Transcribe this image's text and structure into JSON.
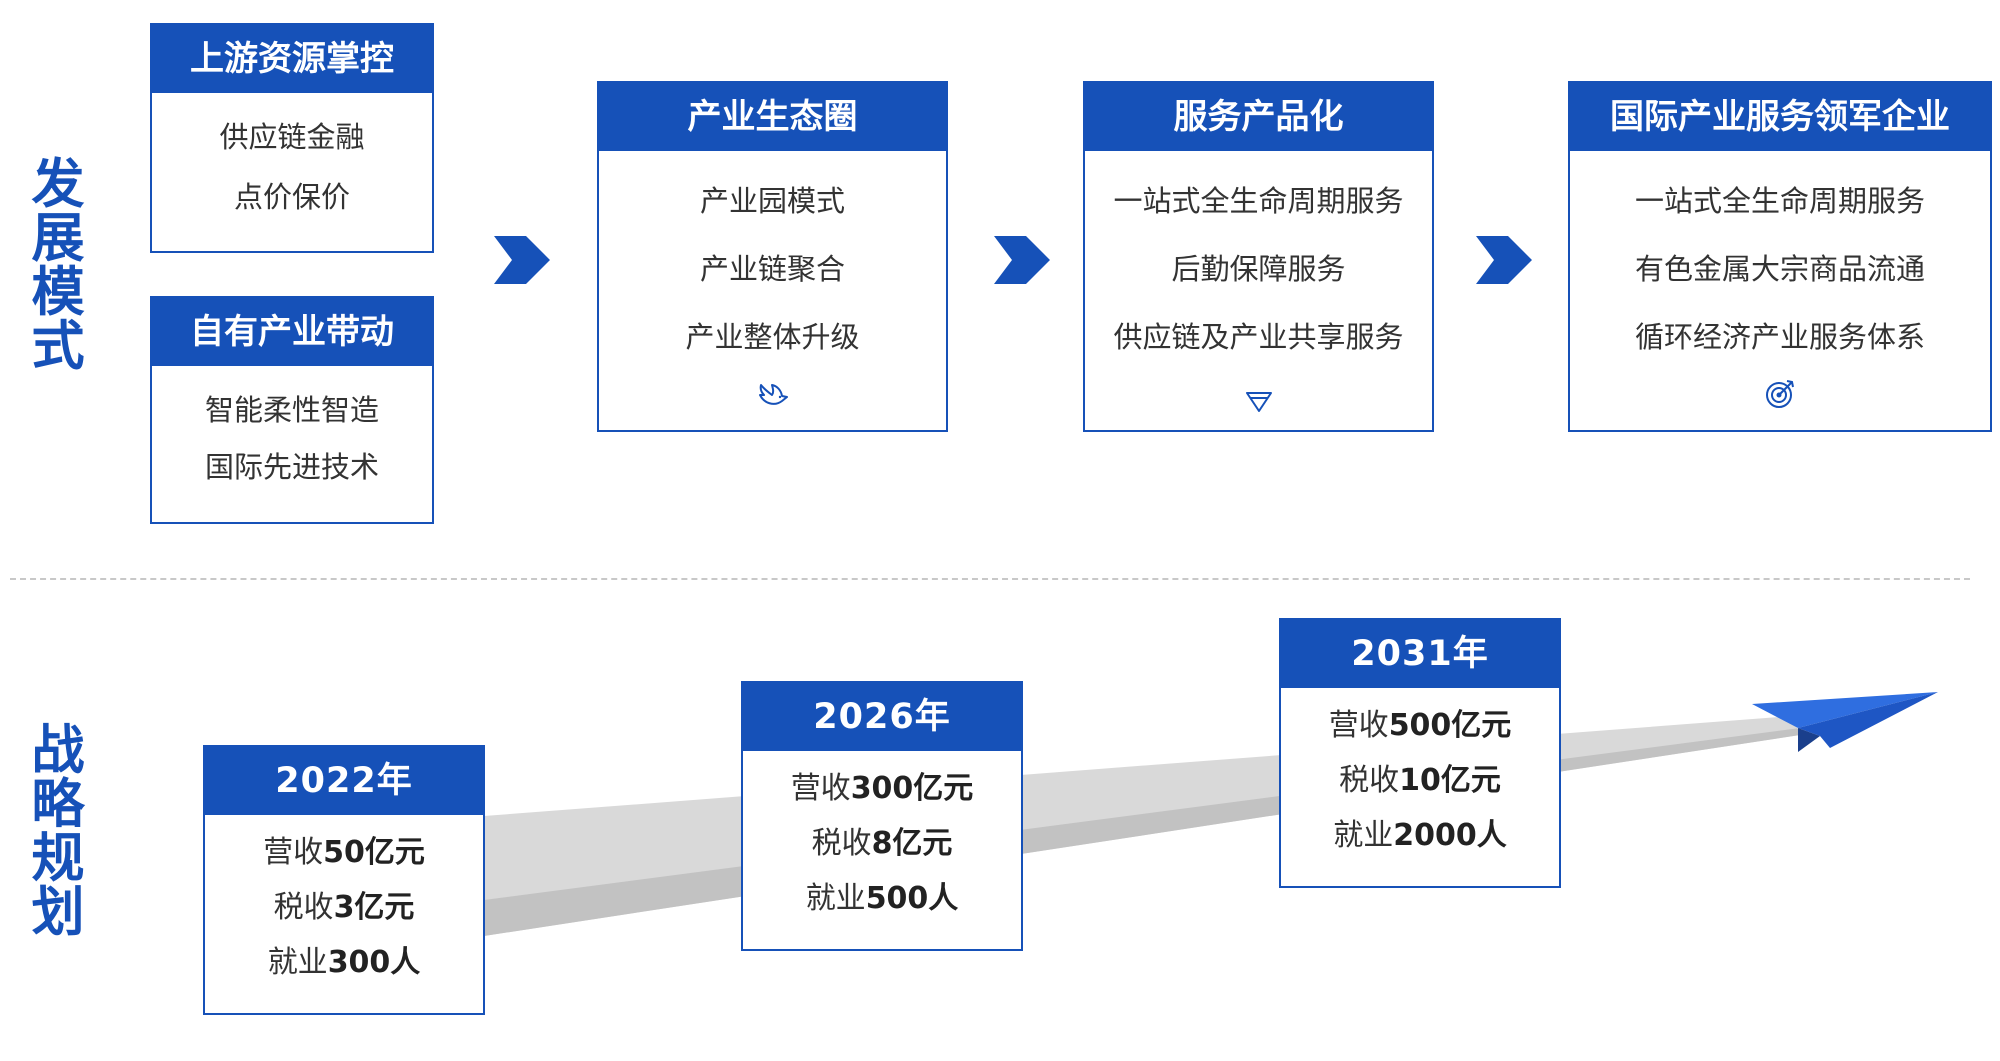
{
  "labels": {
    "development_mode": "发展模式",
    "strategic_plan": "战略规划"
  },
  "left_boxes": [
    {
      "title": "上游资源掌控",
      "items": [
        "供应链金融",
        "点价保价"
      ]
    },
    {
      "title": "自有产业带动",
      "items": [
        "智能柔性智造",
        "国际先进技术"
      ]
    }
  ],
  "stages": [
    {
      "title": "产业生态圈",
      "items": [
        "产业园模式",
        "产业链聚合",
        "产业整体升级"
      ],
      "icon": "dove-icon"
    },
    {
      "title": "服务产品化",
      "items": [
        "一站式全生命周期服务",
        "后勤保障服务",
        "供应链及产业共享服务"
      ],
      "icon": "diamond-icon"
    },
    {
      "title": "国际产业服务领军企业",
      "items": [
        "一站式全生命周期服务",
        "有色金属大宗商品流通",
        "循环经济产业服务体系"
      ],
      "icon": "target-icon"
    }
  ],
  "plan": [
    {
      "year": "2022年",
      "revenue_label": "营收",
      "revenue": "50亿元",
      "tax_label": "税收",
      "tax": "3亿元",
      "jobs_label": "就业",
      "jobs": "300人"
    },
    {
      "year": "2026年",
      "revenue_label": "营收",
      "revenue": "300亿元",
      "tax_label": "税收",
      "tax": "8亿元",
      "jobs_label": "就业",
      "jobs": "500人"
    },
    {
      "year": "2031年",
      "revenue_label": "营收",
      "revenue": "500亿元",
      "tax_label": "税收",
      "tax": "10亿元",
      "jobs_label": "就业",
      "jobs": "2000人"
    }
  ],
  "colors": {
    "primary_blue": "#1651b8",
    "ramp_gray": "#d9d9d9",
    "ramp_dark": "#bdbdbd"
  },
  "decorations": {
    "flow_arrow": "chevron-right-arrow-icon",
    "plane": "paper-plane-icon"
  }
}
